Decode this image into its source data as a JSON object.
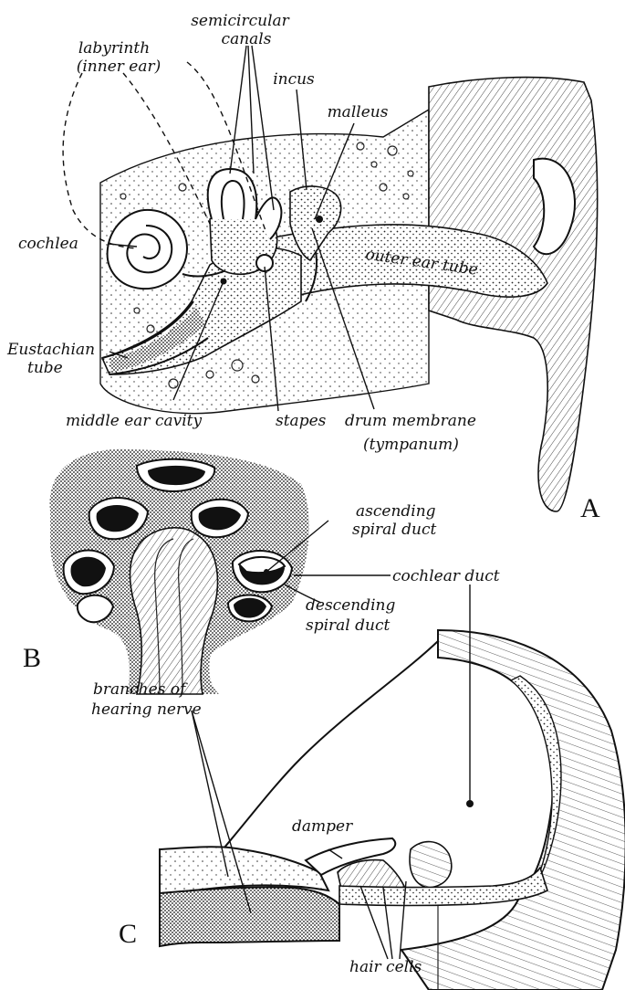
{
  "panels": {
    "a": "A",
    "b": "B",
    "c": "C"
  },
  "labels_a": {
    "semicircular_canals_1": "semicircular",
    "semicircular_canals_2": "canals",
    "labyrinth_1": "labyrinth",
    "labyrinth_2": "(inner ear)",
    "incus": "incus",
    "malleus": "malleus",
    "cochlea": "cochlea",
    "outer_ear_tube": "outer ear tube",
    "eustachian_1": "Eustachian",
    "eustachian_2": "tube",
    "middle_ear_cavity": "middle ear cavity",
    "stapes": "stapes",
    "drum_membrane_1": "drum membrane",
    "drum_membrane_2": "(tympanum)"
  },
  "labels_b": {
    "ascending_1": "ascending",
    "ascending_2": "spiral duct",
    "cochlear_duct": "cochlear duct",
    "descending_1": "descending",
    "descending_2": "spiral duct"
  },
  "labels_c": {
    "branches_1": "branches of",
    "branches_2": "hearing nerve",
    "damper": "damper",
    "hair_cells": "hair cells"
  }
}
